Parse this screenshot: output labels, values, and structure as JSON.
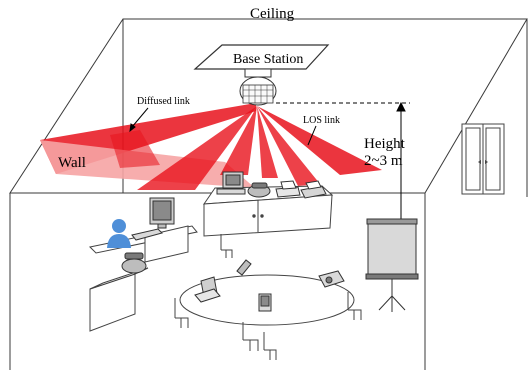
{
  "labels": {
    "ceiling": "Ceiling",
    "base_station": "Base Station",
    "diffused_link": "Diffused link",
    "los_link": "LOS link",
    "wall": "Wall",
    "height": "Height",
    "height_value": "2~3 m"
  },
  "colors": {
    "beam": "#e8121c",
    "beam_light": "#f6a4a4",
    "line": "#3a3a3a",
    "user": "#4f8fd8",
    "screen": "#d9d9d9"
  },
  "icons": [
    "base-station-icon",
    "door-icon",
    "projector-screen-icon",
    "pc-icon",
    "phone-icon",
    "printer-icon",
    "fax-icon",
    "laptop-icon",
    "pda-icon",
    "projector-icon",
    "user-icon",
    "chair-icon"
  ]
}
